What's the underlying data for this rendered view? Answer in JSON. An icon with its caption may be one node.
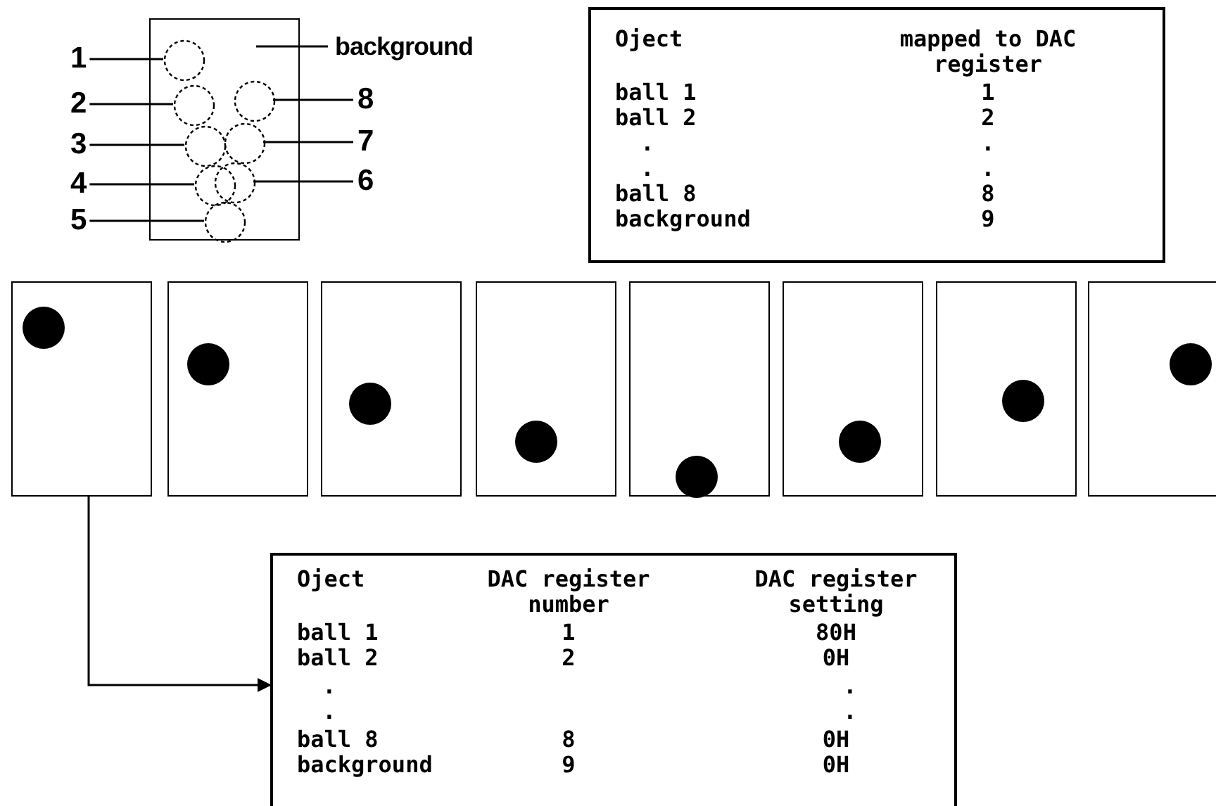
{
  "diagram": {
    "nodes": [
      {
        "text": [],
        "shape": "box"
      },
      {
        "text": [],
        "shape": "circle",
        "in": 0
      },
      {
        "text": [],
        "shape": "circle",
        "in": 0
      },
      {
        "text": [],
        "shape": "circle",
        "in": 0
      },
      {
        "text": [],
        "shape": "circle",
        "in": 0
      },
      {
        "text": [],
        "shape": "circle",
        "in": 0
      },
      {
        "text": [],
        "shape": "circle",
        "in": 0
      },
      {
        "text": [],
        "shape": "circle",
        "in": 0
      },
      {
        "text": [],
        "shape": "circle",
        "in": 0
      },
      {
        "text": [
          "1"
        ]
      },
      {
        "text": [
          "2"
        ]
      },
      {
        "text": [
          "3"
        ]
      },
      {
        "text": [
          "4"
        ]
      },
      {
        "text": [
          "5"
        ]
      },
      {
        "text": [
          "6"
        ]
      },
      {
        "text": [
          "7"
        ]
      },
      {
        "text": [
          "8"
        ]
      },
      {
        "text": [
          "background"
        ]
      },
      {
        "text": [
          "Oject",
          "mapped to DAC register",
          "ball 1",
          "1",
          "ball 2",
          "2",
          ".",
          ".",
          ".",
          ".",
          "ball 8",
          "8",
          "background",
          "9"
        ]
      },
      {
        "text": [],
        "shape": "box"
      },
      {
        "text": [],
        "shape": "circle",
        "in": 19
      },
      {
        "text": [],
        "shape": "box"
      },
      {
        "text": [],
        "shape": "circle",
        "in": 21
      },
      {
        "text": [],
        "shape": "box"
      },
      {
        "text": [],
        "shape": "circle",
        "in": 23
      },
      {
        "text": [],
        "shape": "box"
      },
      {
        "text": [],
        "shape": "circle",
        "in": 25
      },
      {
        "text": [],
        "shape": "box"
      },
      {
        "text": [],
        "shape": "circle",
        "in": 27
      },
      {
        "text": [],
        "shape": "box"
      },
      {
        "text": [],
        "shape": "circle",
        "in": 29
      },
      {
        "text": [],
        "shape": "box"
      },
      {
        "text": [],
        "shape": "circle",
        "in": 31
      },
      {
        "text": [],
        "shape": "box"
      },
      {
        "text": [],
        "shape": "circle",
        "in": 33
      },
      {
        "text": [
          "Oject",
          "DAC register number",
          "DAC register setting",
          "ball 1",
          "1",
          "80H",
          "ball 2",
          "2",
          "0H",
          ".",
          ".",
          ".",
          ".",
          "ball 8",
          "8",
          "0H",
          "background",
          "9",
          "0H"
        ]
      }
    ],
    "edges": [
      {
        "from": 9,
        "to": 1,
        "arrow": "none"
      },
      {
        "from": 10,
        "to": 2,
        "arrow": "none"
      },
      {
        "from": 11,
        "to": 3,
        "arrow": "none"
      },
      {
        "from": 12,
        "to": 4,
        "arrow": "none"
      },
      {
        "from": 13,
        "to": 5,
        "arrow": "none"
      },
      {
        "from": 14,
        "to": 6,
        "arrow": "none"
      },
      {
        "from": 15,
        "to": 7,
        "arrow": "none"
      },
      {
        "from": 16,
        "to": 8,
        "arrow": "none"
      },
      {
        "from": 17,
        "to": 0,
        "arrow": "none"
      },
      {
        "from": 19,
        "to": 35,
        "arrow": "to"
      }
    ]
  }
}
